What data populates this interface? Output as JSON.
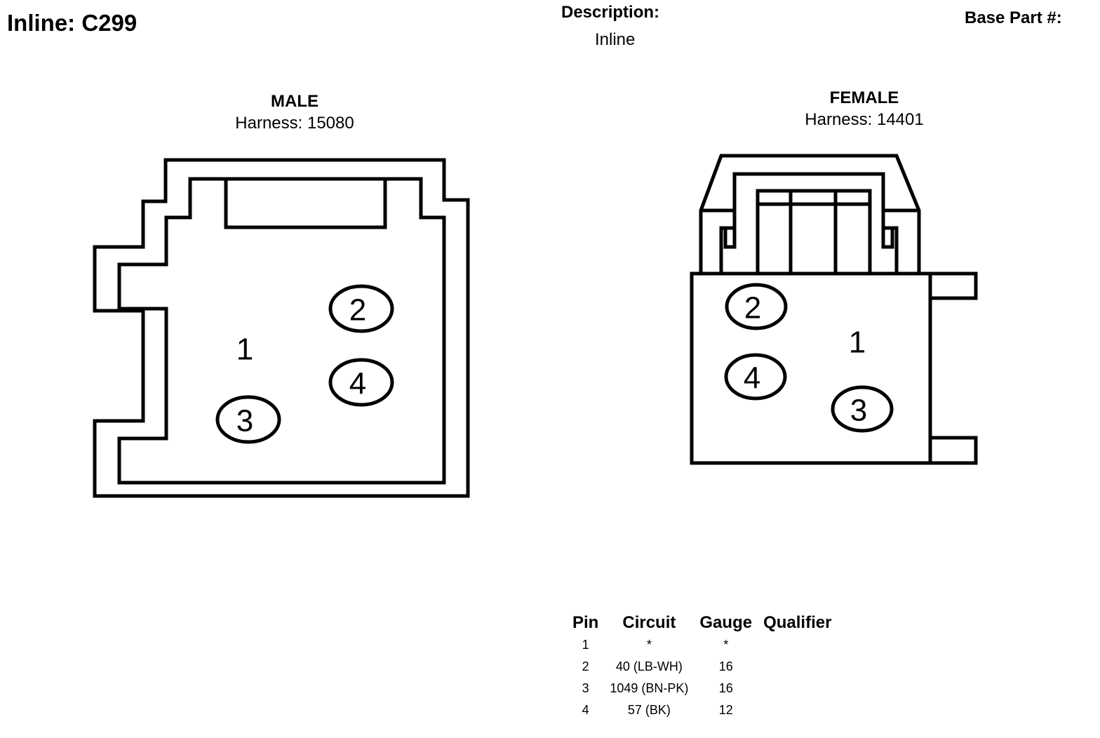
{
  "header": {
    "title": "Inline: C299",
    "description_label": "Description:",
    "description_value": "Inline",
    "base_part_label": "Base Part #:",
    "base_part_value": ""
  },
  "male": {
    "title": "MALE",
    "harness": "Harness: 15080",
    "pins": [
      "1",
      "2",
      "3",
      "4"
    ]
  },
  "female": {
    "title": "FEMALE",
    "harness": "Harness: 14401",
    "pins": [
      "1",
      "2",
      "3",
      "4"
    ]
  },
  "pin_table": {
    "headers": [
      "Pin",
      "Circuit",
      "Gauge",
      "Qualifier"
    ],
    "rows": [
      {
        "pin": "1",
        "circuit": "*",
        "gauge": "*",
        "qualifier": ""
      },
      {
        "pin": "2",
        "circuit": "40 (LB-WH)",
        "gauge": "16",
        "qualifier": ""
      },
      {
        "pin": "3",
        "circuit": "1049 (BN-PK)",
        "gauge": "16",
        "qualifier": ""
      },
      {
        "pin": "4",
        "circuit": "57 (BK)",
        "gauge": "12",
        "qualifier": ""
      }
    ]
  }
}
